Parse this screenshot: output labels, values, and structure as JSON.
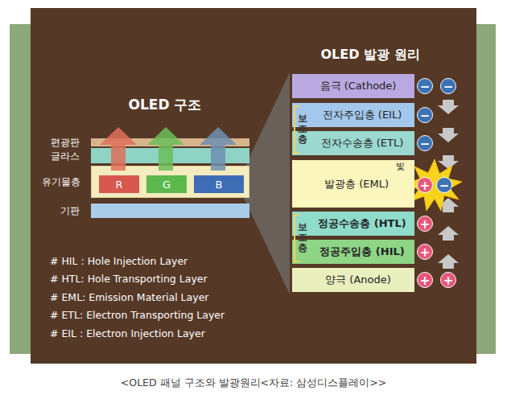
{
  "diagram": {
    "caption": "<OLED 패널 구조와 발광원리<자료: 삼성디스플레이>>",
    "nodes": [
      {
        "text": [
          "편광판"
        ]
      },
      {
        "text": [
          "글라스"
        ]
      },
      {
        "text": [
          "유기물층"
        ]
      },
      {
        "text": [
          "R"
        ],
        "in": 2
      },
      {
        "text": [
          "G"
        ],
        "in": 2
      },
      {
        "text": [
          "B"
        ],
        "in": 2
      },
      {
        "text": [
          "기판"
        ]
      },
      {
        "text": [
          "음극 (Cathode)"
        ]
      },
      {
        "text": [
          "전자주입층 (EIL)"
        ]
      },
      {
        "text": [
          "전자수송층 (ETL)"
        ]
      },
      {
        "text": [
          "발광층 (EML)"
        ]
      },
      {
        "text": [
          "정공수송층 (HTL)"
        ]
      },
      {
        "text": [
          "정공주입층 (HIL)"
        ]
      },
      {
        "text": [
          "양극 (Anode)"
        ]
      }
    ],
    "labels": [
      "OLED 구조",
      "OLED 발광 원리",
      "빛",
      "보조층",
      "보조층",
      "# HIL : Hole Injection Layer",
      "# HTL: Hole Transporting Layer",
      "# EML: Emission Material Layer",
      "# ETL: Electron Transporting Layer",
      "# EIL : Electron Injection Layer",
      "−",
      "−",
      "−",
      "−",
      "+",
      "−",
      "+",
      "+",
      "+",
      "+"
    ]
  }
}
